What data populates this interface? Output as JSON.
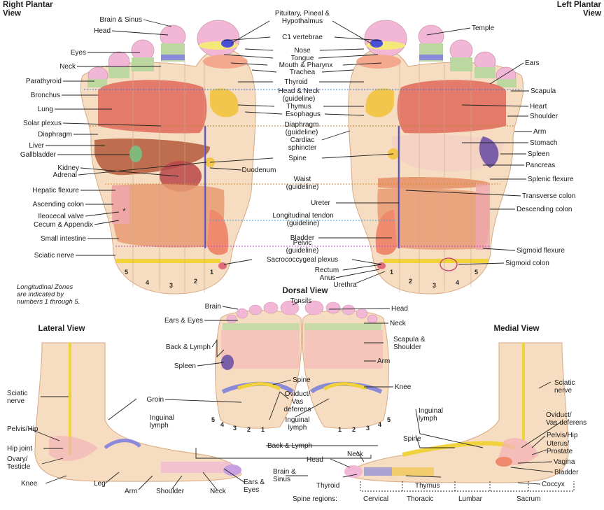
{
  "titles": {
    "right_plantar": "Right Plantar\nView",
    "left_plantar": "Left Plantar\nView",
    "dorsal": "Dorsal View",
    "lateral": "Lateral View",
    "medial": "Medial View"
  },
  "note": "Longitudinal Zones\nare indicated by\nnumbers 1 through 5.",
  "zones": [
    "1",
    "2",
    "3",
    "4",
    "5"
  ],
  "plantar_center_labels": [
    "Pituitary, Pineal &\nHypothalmus",
    "C1 vertebrae",
    "Nose",
    "Tongue",
    "Mouth & Pharynx",
    "Trachea",
    "Thyroid",
    "Head & Neck\n(guideline)",
    "Thymus",
    "Esophagus",
    "Diaphragm\n(guideline)",
    "Cardiac\nsphincter",
    "Spine",
    "Duodenum",
    "Waist\n(guideline)",
    "Ureter",
    "Longitudinal tendon\n(guideline)",
    "Bladder",
    "Pelvic\n(guideline)",
    "Sacrococcygeal plexus",
    "Rectum",
    "Anus",
    "Urethra"
  ],
  "right_foot_labels": [
    "Brain & Sinus",
    "Head",
    "Eyes",
    "Neck",
    "Parathyroid",
    "Bronchus",
    "Lung",
    "Solar plexus",
    "Diaphragm",
    "Liver",
    "Gallbladder",
    "Kidney",
    "Adrenal",
    "Hepatic flexure",
    "Ascending colon",
    "Ileocecal valve",
    "Cecum & Appendix",
    "Small intestine",
    "Sciatic nerve"
  ],
  "left_foot_labels": [
    "Temple",
    "Ears",
    "Scapula",
    "Heart",
    "Shoulder",
    "Arm",
    "Stomach",
    "Spleen",
    "Pancreas",
    "Splenic flexure",
    "Transverse colon",
    "Descending colon",
    "Sigmoid flexure",
    "Sigmoid colon"
  ],
  "dorsal_labels": [
    "Brain",
    "Tonsils",
    "Head",
    "Ears & Eyes",
    "Neck",
    "Back & Lymph",
    "Scapula &\nShoulder",
    "Arm",
    "Spleen",
    "Spine",
    "Knee",
    "Groin",
    "Oviduct/\nVas\ndeferens",
    "Inguinal\nlymph",
    "Inguinal\nlymph"
  ],
  "lateral_labels": [
    "Sciatic\nnerve",
    "Pelvis/Hip",
    "Hip joint",
    "Ovary/\nTesticle",
    "Knee",
    "Leg",
    "Arm",
    "Shoulder",
    "Neck",
    "Ears &\nEyes",
    "Brain &\nSinus"
  ],
  "medial_labels": [
    "Back & Lymph",
    "Sciatic\nnerve",
    "Spine",
    "Neck",
    "Head",
    "Oviduct/\nVas deferens",
    "Pelvis/Hip",
    "Uterus/\nProstate",
    "Vagina",
    "Bladder",
    "Coccyx",
    "Thyroid",
    "Thymus"
  ],
  "spine_regions": [
    "Spine regions:",
    "Cervical",
    "Thoracic",
    "Lumbar",
    "Sacrum"
  ],
  "colors": {
    "skin": "#f6dcc0",
    "toe_pink": "#f2b6d6",
    "lung_red": "#e06a5a",
    "intestine": "#e89a72",
    "bladder": "#f08a6e",
    "spine_blue": "#4a4fd6",
    "sciatic_yellow": "#f0d23c",
    "thymus_yellow": "#f2c64a",
    "gall_green": "#7cb97a",
    "spleen_purple": "#7b5ea8",
    "guide_blue": "#39a7e0",
    "guide_orange": "#d5892a",
    "guide_purple": "#c048c8"
  }
}
